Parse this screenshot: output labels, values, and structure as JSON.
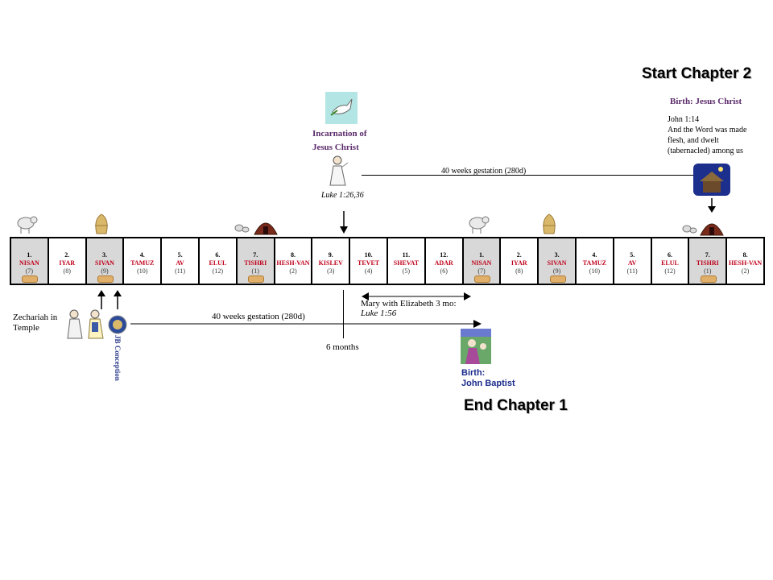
{
  "chapter2": {
    "start_title": "Start Chapter 2",
    "birth_jesus": "Birth: Jesus Christ",
    "john_ref": "John 1:14",
    "john_l1": "And the Word was made",
    "john_l2": "flesh, and dwelt",
    "john_l3": "(tabernacled)  among us"
  },
  "incarnation": {
    "line1": "Incarnation of",
    "line2": "Jesus Christ",
    "luke": "Luke 1:26,36",
    "gestation_top": "40 weeks gestation (280d)"
  },
  "months": [
    {
      "num": "1.",
      "name": "NISAN",
      "sub": "(7)",
      "shaded": true
    },
    {
      "num": "2.",
      "name": "IYAR",
      "sub": "(8)",
      "shaded": false
    },
    {
      "num": "3.",
      "name": "SIVAN",
      "sub": "(9)",
      "shaded": true
    },
    {
      "num": "4.",
      "name": "TAMUZ",
      "sub": "(10)",
      "shaded": false
    },
    {
      "num": "5.",
      "name": "AV",
      "sub": "(11)",
      "shaded": false
    },
    {
      "num": "6.",
      "name": "ELUL",
      "sub": "(12)",
      "shaded": false
    },
    {
      "num": "7.",
      "name": "TISHRI",
      "sub": "(1)",
      "shaded": true
    },
    {
      "num": "8.",
      "name": "HESH-VAN",
      "sub": "(2)",
      "shaded": false
    },
    {
      "num": "9.",
      "name": "KISLEV",
      "sub": "(3)",
      "shaded": false
    },
    {
      "num": "10.",
      "name": "TEVET",
      "sub": "(4)",
      "shaded": false
    },
    {
      "num": "11.",
      "name": "SHEVAT",
      "sub": "(5)",
      "shaded": false
    },
    {
      "num": "12.",
      "name": "ADAR",
      "sub": "(6)",
      "shaded": false
    },
    {
      "num": "1.",
      "name": "NISAN",
      "sub": "(7)",
      "shaded": true
    },
    {
      "num": "2.",
      "name": "IYAR",
      "sub": "(8)",
      "shaded": false
    },
    {
      "num": "3.",
      "name": "SIVAN",
      "sub": "(9)",
      "shaded": true
    },
    {
      "num": "4.",
      "name": "TAMUZ",
      "sub": "(10)",
      "shaded": false
    },
    {
      "num": "5.",
      "name": "AV",
      "sub": "(11)",
      "shaded": false
    },
    {
      "num": "6.",
      "name": "ELUL",
      "sub": "(12)",
      "shaded": false
    },
    {
      "num": "7.",
      "name": "TISHRI",
      "sub": "(1)",
      "shaded": true
    },
    {
      "num": "8.",
      "name": "HESH-VAN",
      "sub": "(2)",
      "shaded": false
    }
  ],
  "chapter1": {
    "zechariah_l1": "Zechariah in",
    "zechariah_l2": "Temple",
    "jb_conception": "JB Conception",
    "gestation_bottom": "40 weeks gestation (280d)",
    "six_months": "6 months",
    "mary_l1": "Mary with Elizabeth 3 mo:",
    "mary_l2": "Luke 1:56",
    "birth_jb_l1": "Birth:",
    "birth_jb_l2": "John Baptist",
    "end_title": "End Chapter 1"
  }
}
